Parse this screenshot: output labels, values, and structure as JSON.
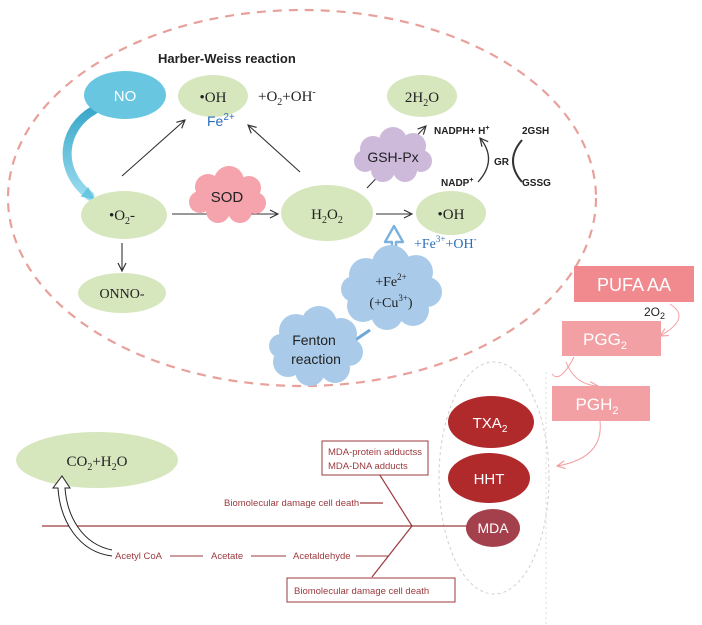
{
  "colors": {
    "ellipse_green": "#d6e6bd",
    "no_blue": "#68c6e1",
    "sod_pink": "#f5a3ac",
    "gshpx_purple": "#cdbadb",
    "cloud_blue": "#a9cbe9",
    "dashed_circle": "#e8a09b",
    "pufa_pink": "#f08a8e",
    "pg_pink": "#f3a0a4",
    "dark_red": "#b02a2c",
    "mda_red": "#a4404b",
    "pathway_line": "#9b3a3f",
    "fe_blue": "#2c6fb8"
  },
  "nodes": {
    "no": "NO",
    "oh_top": "•OH",
    "o2_radical": "•O",
    "o2_radical_sub": "2",
    "o2_radical_suffix": "-",
    "h2o2_h": "H",
    "h2o2_sub1": "2",
    "h2o2_o": "O",
    "h2o2_sub2": "2",
    "water_pre": "2H",
    "water_sub": "2",
    "water_post": "O",
    "oh_right": "•OH",
    "onno": "ONNO-",
    "co2_h2o_pre": "CO",
    "co2_h2o_sub1": "2",
    "co2_h2o_mid": "+H",
    "co2_h2o_sub2": "2",
    "co2_h2o_post": "O"
  },
  "enzymes": {
    "sod": "SOD",
    "gshpx": "GSH-Px",
    "gr": "GR"
  },
  "titles": {
    "harber_weiss": "Harber-Weiss reaction"
  },
  "labels": {
    "o2_oh_pre": "+O",
    "o2_oh_sub": "2",
    "o2_oh_mid": "+OH",
    "o2_oh_sup": "-",
    "fe2_top": "Fe",
    "fe2_top_sup": "2+",
    "nadph": "NADPH+ H",
    "nadph_sup": "+",
    "nadp": "NADP",
    "nadp_sup": "+",
    "gsh": "2GSH",
    "gssg": "GSSG",
    "fe3_pre": "+Fe",
    "fe3_sup": "3+",
    "fe3_mid": "+OH",
    "fe3_sup2": "-",
    "cloud_fe2": "+Fe",
    "cloud_fe2_sup": "2+",
    "cloud_cu_pre": "(+Cu",
    "cloud_cu_sup": "3+",
    "cloud_cu_post": ")",
    "fenton_line1": "Fenton",
    "fenton_line2": "reaction",
    "two_o2_pre": "2O",
    "two_o2_sub": "2"
  },
  "prostaglandin": {
    "pufa": "PUFA AA",
    "pgg": "PGG",
    "pgg_sub": "2",
    "pgh": "PGH",
    "pgh_sub": "2",
    "txa": "TXA",
    "txa_sub": "2",
    "hht": "HHT",
    "mda": "MDA"
  },
  "pathway": {
    "adducts_line1": "MDA-protein adductss",
    "adducts_line2": "MDA-DNA adducts",
    "damage_upper": "Biomolecular damage cell death",
    "damage_lower": "Biomolecular damage cell death",
    "acetyl_coa": "Acetyl CoA",
    "acetate": "Acetate",
    "acetaldehyde": "Acetaldehyde"
  }
}
